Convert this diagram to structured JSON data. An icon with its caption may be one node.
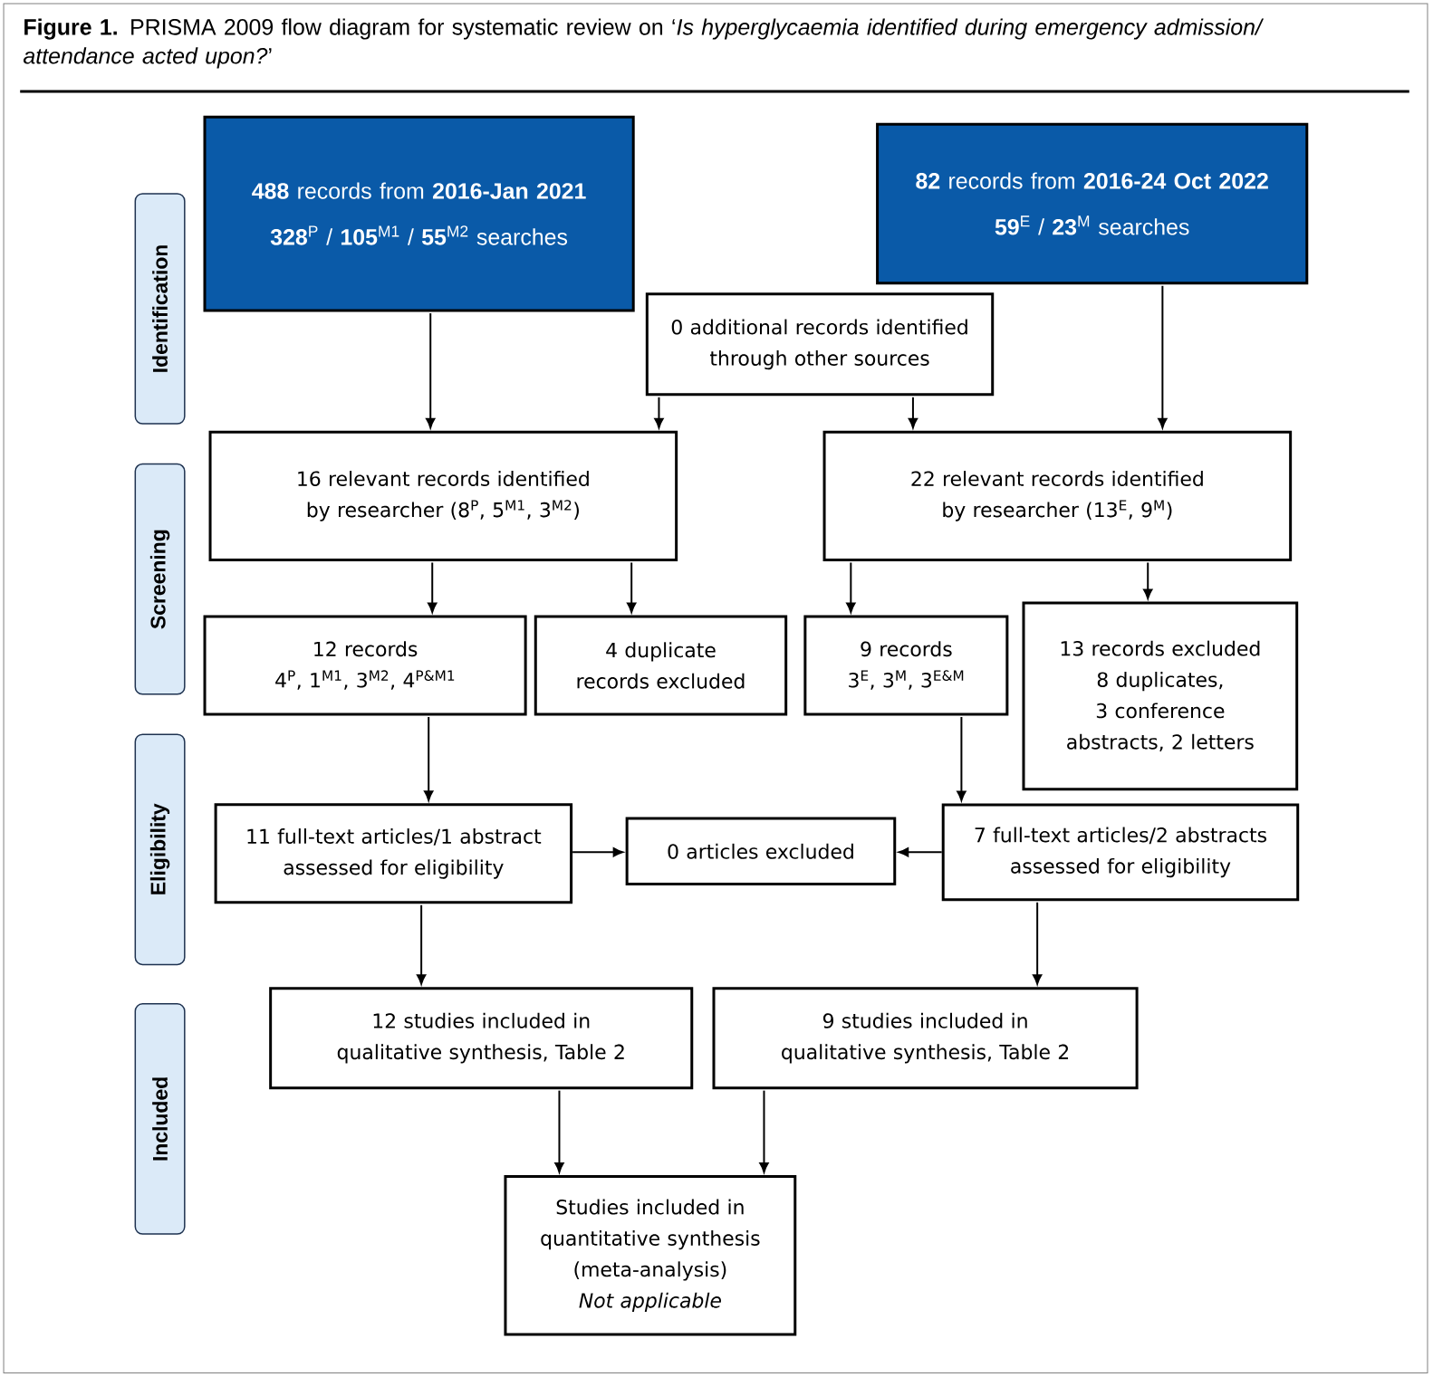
{
  "diagram": {
    "title": "**Figure 1.** PRISMA 2009 flow diagram for systematic review on ‘*Is hyperglycaemia identified during emergency admission/ attendance acted upon?*’",
    "nodes": [
      {
        "text": [
          "**488** records from **2016-Jan 2021**",
          "**328**$^{P}$ / **105**$^{M1}$ / **55**$^{M2}$ searches"
        ]
      },
      {
        "text": [
          "**82** records from **2016-24 Oct 2022**",
          "**59**$^{E}$ / **23**$^{M}$ searches"
        ]
      },
      {
        "text": [
          "0 additional records identified through other sources"
        ]
      },
      {
        "text": [
          "16 relevant records identified by researcher (8$^{P}$, 5$^{M1}$, 3$^{M2}$)"
        ]
      },
      {
        "text": [
          "22 relevant records identified by researcher (13$^{E}$, 9$^{M}$)"
        ]
      },
      {
        "text": [
          "12 records",
          "4$^{P}$, 1$^{M1}$, 3$^{M2}$, 4$^{P&M1}$"
        ]
      },
      {
        "text": [
          "4 duplicate records excluded"
        ]
      },
      {
        "text": [
          "9 records",
          "3$^{E}$, 3$^{M}$, 3$^{E&M}$"
        ]
      },
      {
        "text": [
          "13 records excluded",
          "8 duplicates, 3 conference abstracts, 2 letters"
        ]
      },
      {
        "text": [
          "11 full-text articles/1 abstract assessed for eligibility"
        ]
      },
      {
        "text": [
          "0 articles excluded"
        ]
      },
      {
        "text": [
          "7 full-text articles/2 abstracts assessed for eligibility"
        ]
      },
      {
        "text": [
          "12 studies included in qualitative synthesis, Table 2"
        ]
      },
      {
        "text": [
          "9 studies included in qualitative synthesis, Table 2"
        ]
      },
      {
        "text": [
          "Studies included in quantitative synthesis (meta-analysis) *Not applicable*"
        ]
      },
      {
        "text": [
          "Identification"
        ]
      },
      {
        "text": [
          "Screening"
        ]
      },
      {
        "text": [
          "Eligibility"
        ]
      },
      {
        "text": [
          "Included"
        ]
      }
    ],
    "edges": [
      {
        "from": 0,
        "to": 3,
        "arrow": "to"
      },
      {
        "from": 2,
        "to": 3,
        "arrow": "to"
      },
      {
        "from": 2,
        "to": 4,
        "arrow": "to"
      },
      {
        "from": 1,
        "to": 4,
        "arrow": "to"
      },
      {
        "from": 3,
        "to": 5,
        "arrow": "to"
      },
      {
        "from": 3,
        "to": 6,
        "arrow": "to"
      },
      {
        "from": 4,
        "to": 7,
        "arrow": "to"
      },
      {
        "from": 4,
        "to": 8,
        "arrow": "to"
      },
      {
        "from": 5,
        "to": 9,
        "arrow": "to"
      },
      {
        "from": 7,
        "to": 11,
        "arrow": "to"
      },
      {
        "from": 9,
        "to": 10,
        "arrow": "to"
      },
      {
        "from": 11,
        "to": 10,
        "arrow": "to"
      },
      {
        "from": 9,
        "to": 12,
        "arrow": "to"
      },
      {
        "from": 11,
        "to": 13,
        "arrow": "to"
      },
      {
        "from": 12,
        "to": 14,
        "arrow": "to"
      },
      {
        "from": 13,
        "to": 14,
        "arrow": "to"
      }
    ]
  }
}
